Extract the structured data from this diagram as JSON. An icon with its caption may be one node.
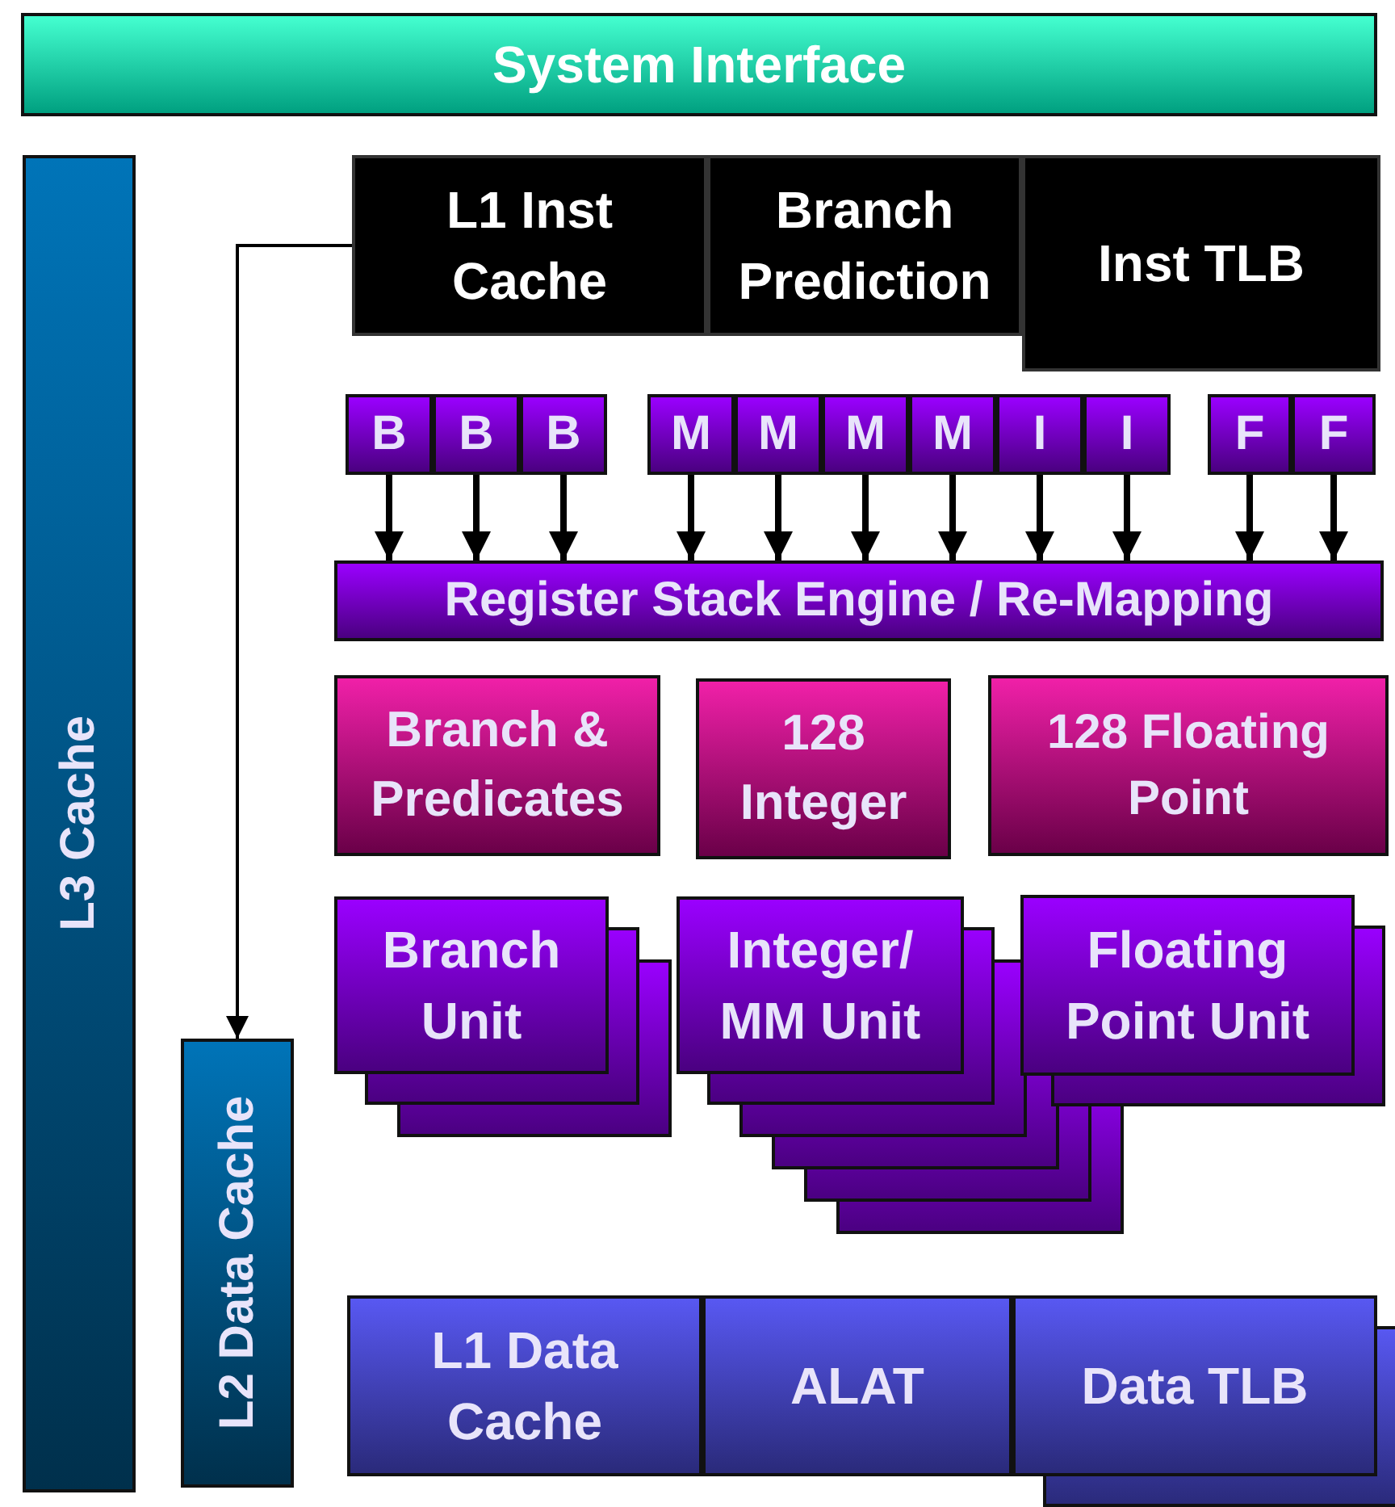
{
  "diagram": {
    "nodes": [
      {
        "text": [
          "System Interface"
        ]
      },
      {
        "text": [
          "L3 Cache"
        ]
      },
      {
        "text": [
          "L1 Inst Cache"
        ]
      },
      {
        "text": [
          "Branch Prediction"
        ]
      },
      {
        "text": [
          "Inst TLB"
        ]
      },
      {
        "text": [
          "B"
        ]
      },
      {
        "text": [
          "B"
        ]
      },
      {
        "text": [
          "B"
        ]
      },
      {
        "text": [
          "M"
        ]
      },
      {
        "text": [
          "M"
        ]
      },
      {
        "text": [
          "M"
        ]
      },
      {
        "text": [
          "M"
        ]
      },
      {
        "text": [
          "I"
        ]
      },
      {
        "text": [
          "I"
        ]
      },
      {
        "text": [
          "F"
        ]
      },
      {
        "text": [
          "F"
        ]
      },
      {
        "text": [
          "Register Stack Engine / Re-Mapping"
        ]
      },
      {
        "text": [
          "Branch & Predicates"
        ]
      },
      {
        "text": [
          "128 Integer"
        ]
      },
      {
        "text": [
          "128 Floating Point"
        ]
      },
      {
        "text": [
          "Branch Unit"
        ]
      },
      {
        "text": [
          "Integer/ MM Unit"
        ]
      },
      {
        "text": [
          "Floating Point Unit"
        ]
      },
      {
        "text": [
          "L2 Data Cache"
        ]
      },
      {
        "text": [
          "L1 Data Cache"
        ]
      },
      {
        "text": [
          "ALAT"
        ]
      },
      {
        "text": [
          "Data TLB"
        ]
      }
    ],
    "edges": [
      {
        "from": 2,
        "to": 23,
        "arrow": "to"
      },
      {
        "from": 5,
        "to": 16,
        "arrow": "to"
      },
      {
        "from": 6,
        "to": 16,
        "arrow": "to"
      },
      {
        "from": 7,
        "to": 16,
        "arrow": "to"
      },
      {
        "from": 8,
        "to": 16,
        "arrow": "to"
      },
      {
        "from": 9,
        "to": 16,
        "arrow": "to"
      },
      {
        "from": 10,
        "to": 16,
        "arrow": "to"
      },
      {
        "from": 11,
        "to": 16,
        "arrow": "to"
      },
      {
        "from": 12,
        "to": 16,
        "arrow": "to"
      },
      {
        "from": 13,
        "to": 16,
        "arrow": "to"
      },
      {
        "from": 14,
        "to": 16,
        "arrow": "to"
      },
      {
        "from": 15,
        "to": 16,
        "arrow": "to"
      }
    ]
  }
}
